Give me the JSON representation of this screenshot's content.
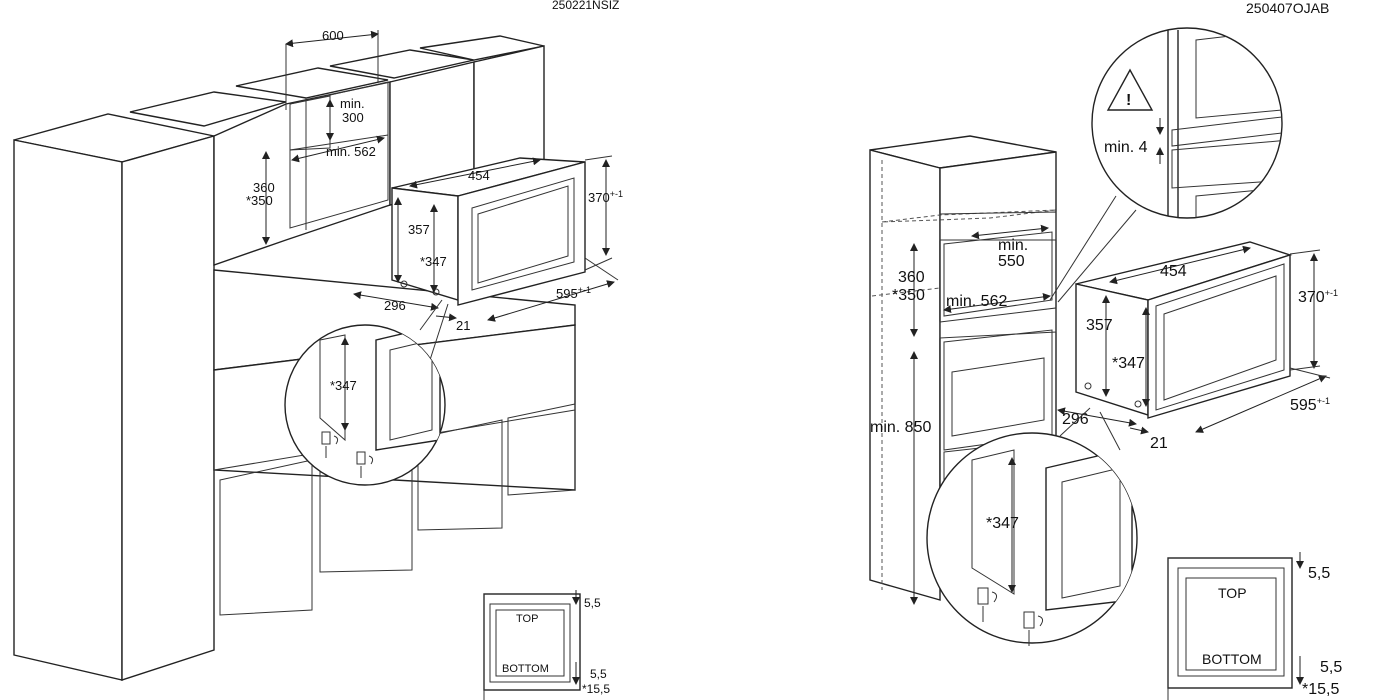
{
  "left": {
    "code": "250221NSIZ",
    "dims": {
      "w600": "600",
      "min": "min.",
      "v300": "300",
      "min562": "min. 562",
      "h360": "360",
      "h350": "*350",
      "w454": "454",
      "h370": "370",
      "tol370": "+-1",
      "h357": "357",
      "h347": "*347",
      "d296": "296",
      "w595": "595",
      "tol595": "+-1",
      "d21": "21",
      "detail347": "*347"
    },
    "section": {
      "top": "TOP",
      "bottom": "BOTTOM",
      "gap_top": "5,5",
      "gap_bottom": "5,5",
      "gap_bottom_star": "*15,5"
    }
  },
  "right": {
    "code": "250407OJAB",
    "dims": {
      "min4": "min. 4",
      "min": "min.",
      "v550": "550",
      "h360": "360",
      "h350": "*350",
      "min562": "min. 562",
      "min850": "min. 850",
      "w454": "454",
      "h370": "370",
      "tol370": "+-1",
      "h357": "357",
      "h347": "*347",
      "d296": "296",
      "w595": "595",
      "tol595": "+-1",
      "d21": "21",
      "detail347": "*347"
    },
    "section": {
      "top": "TOP",
      "bottom": "BOTTOM",
      "gap_top": "5,5",
      "gap_bottom": "5,5",
      "gap_bottom_star": "*15,5"
    }
  }
}
